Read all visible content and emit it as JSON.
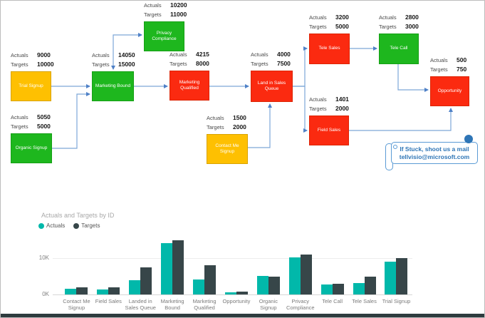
{
  "diagram": {
    "stat_labels": {
      "actuals": "Actuals",
      "targets": "Targets"
    },
    "nodes": [
      {
        "id": "trial-signup",
        "label": "Trial Signup",
        "actuals": "9000",
        "targets": "10000",
        "color": "amber"
      },
      {
        "id": "organic-signup",
        "label": "Organic Signup",
        "actuals": "5050",
        "targets": "5000",
        "color": "green"
      },
      {
        "id": "marketing-bound",
        "label": "Marketing Bound",
        "actuals": "14050",
        "targets": "15000",
        "color": "green"
      },
      {
        "id": "privacy-compliance",
        "label": "Privacy Compliance",
        "actuals": "10200",
        "targets": "11000",
        "color": "green"
      },
      {
        "id": "marketing-qualified",
        "label": "Marketing Qualified",
        "actuals": "4215",
        "targets": "8000",
        "color": "red"
      },
      {
        "id": "land-in-sales-queue",
        "label": "Land in Sales Queue",
        "actuals": "4000",
        "targets": "7500",
        "color": "red"
      },
      {
        "id": "contact-me-signup",
        "label": "Contact Me Signup",
        "actuals": "1500",
        "targets": "2000",
        "color": "amber"
      },
      {
        "id": "tele-sales",
        "label": "Tele Sales",
        "actuals": "3200",
        "targets": "5000",
        "color": "red"
      },
      {
        "id": "tele-call",
        "label": "Tele Call",
        "actuals": "2800",
        "targets": "3000",
        "color": "green"
      },
      {
        "id": "field-sales",
        "label": "Field Sales",
        "actuals": "1401",
        "targets": "2000",
        "color": "red"
      },
      {
        "id": "opportunity",
        "label": "Opportunity",
        "actuals": "500",
        "targets": "750",
        "color": "red"
      }
    ],
    "palette": {
      "green": {
        "fill": "#1eb71e",
        "border": "#15a015"
      },
      "red": {
        "fill": "#fb2a10",
        "border": "#dd2404"
      },
      "amber": {
        "fill": "#fec001",
        "border": "#d9a300"
      },
      "connector": "#7da7d8",
      "arrow": "#4f81c7"
    },
    "note": {
      "line1": "If Stuck, shoot us a mail",
      "line2": "tellvisio@microsoft.com"
    }
  },
  "chart_data": {
    "type": "bar",
    "title": "Actuals and Targets by ID",
    "categories": [
      "Contact Me Signup",
      "Field Sales",
      "Landed in Sales Queue",
      "Marketing Bound",
      "Marketing Qualified",
      "Opportunity",
      "Organic Signup",
      "Privacy Compliance",
      "Tele Call",
      "Tele Sales",
      "Trial Signup"
    ],
    "series": [
      {
        "name": "Actuals",
        "color": "#01b8aa",
        "values": [
          1500,
          1401,
          4000,
          14050,
          4215,
          500,
          5050,
          10200,
          2800,
          3200,
          9000
        ]
      },
      {
        "name": "Targets",
        "color": "#374649",
        "values": [
          2000,
          2000,
          7500,
          15000,
          8000,
          750,
          5000,
          11000,
          3000,
          5000,
          10000
        ]
      }
    ],
    "ylim": [
      0,
      15000
    ],
    "ytick_labels": [
      "0K",
      "10K"
    ],
    "grid": "single horizontal gridline at 10K",
    "legend_position": "top-left"
  }
}
